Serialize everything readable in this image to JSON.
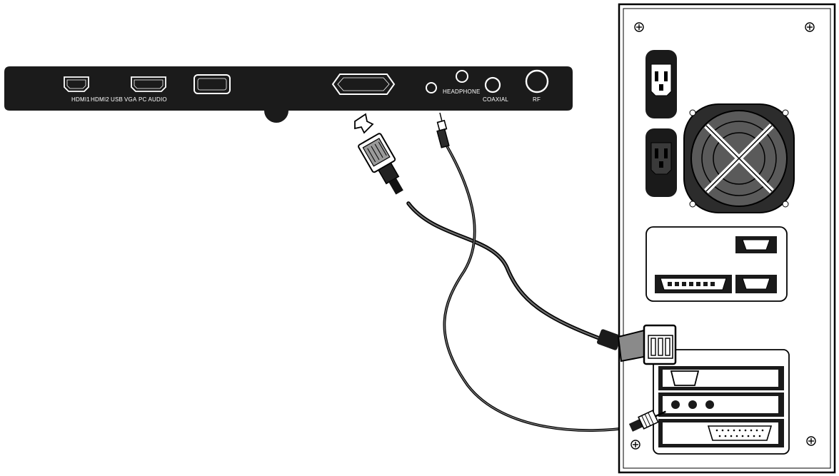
{
  "tv_panel": {
    "labels": {
      "hdmi1": "HDMI1",
      "hdmi2": "HDMI2",
      "usb": "USB",
      "vga": "VGA",
      "pc_audio": "PC AUDIO",
      "headphone": "HEADPHONE",
      "coaxial": "COAXIAL",
      "rf": "RF"
    }
  },
  "colors": {
    "panel": "#1b1b1b",
    "line": "#000000",
    "cable": "#444444",
    "fan_grill": "#5a5a5a",
    "background": "#ffffff"
  },
  "icons": [
    "hdmi-port-icon",
    "usb-port-icon",
    "vga-port-icon",
    "audio-jack-icon",
    "rf-port-icon",
    "power-socket-icon",
    "fan-icon",
    "screw-icon",
    "vga-plug-icon",
    "audio-plug-icon"
  ]
}
